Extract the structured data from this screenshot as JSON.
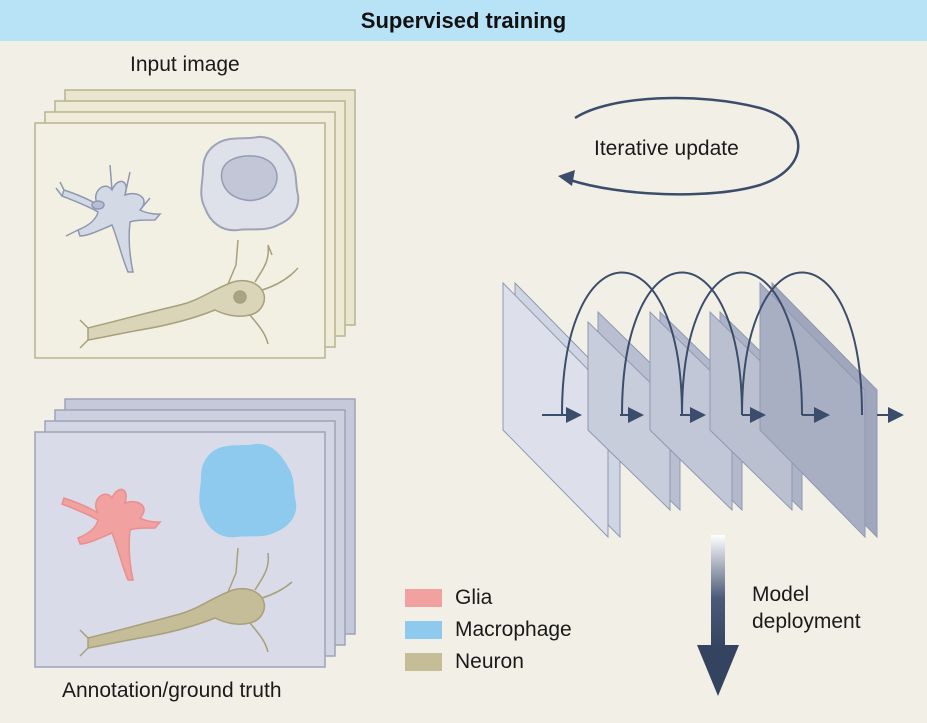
{
  "title": "Supervised training",
  "labels": {
    "input_image": "Input image",
    "annotation": "Annotation/ground truth",
    "iterative_update": "Iterative update",
    "deployment_line1": "Model",
    "deployment_line2": "deployment"
  },
  "legend": [
    {
      "label": "Glia",
      "color": "#f1a1a0"
    },
    {
      "label": "Macrophage",
      "color": "#8ec9ee"
    },
    {
      "label": "Neuron",
      "color": "#c5bd97"
    }
  ],
  "colors": {
    "banner": "#b8e3f7",
    "background": "#f2f0e6",
    "input_stack": "#f0eedd",
    "annotation_stack": "#d9dce8",
    "network": "#3b4d6b"
  }
}
